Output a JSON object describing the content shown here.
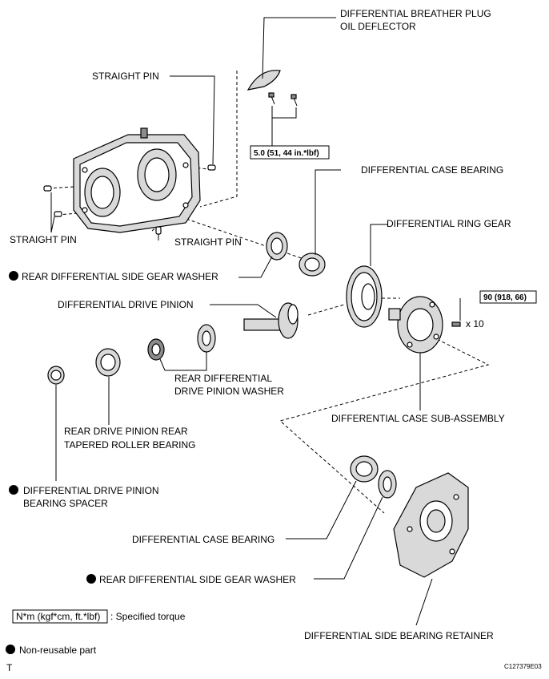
{
  "labels": {
    "breather_plug_l1": "DIFFERENTIAL BREATHER PLUG",
    "breather_plug_l2": "OIL DEFLECTOR",
    "straight_pin_top": "STRAIGHT PIN",
    "straight_pin_left": "STRAIGHT PIN",
    "straight_pin_bottom": "STRAIGHT PIN",
    "case_bearing_top": "DIFFERENTIAL CASE BEARING",
    "ring_gear": "DIFFERENTIAL RING GEAR",
    "side_gear_washer_top": "REAR DIFFERENTIAL SIDE GEAR WASHER",
    "drive_pinion": "DIFFERENTIAL DRIVE PINION",
    "pinion_washer_l1": "REAR DIFFERENTIAL",
    "pinion_washer_l2": "DRIVE PINION WASHER",
    "case_sub_assembly": "DIFFERENTIAL CASE SUB-ASSEMBLY",
    "rear_bearing_l1": "REAR DRIVE PINION REAR",
    "rear_bearing_l2": "TAPERED ROLLER BEARING",
    "spacer_l1": "DIFFERENTIAL DRIVE PINION",
    "spacer_l2": "BEARING SPACER",
    "case_bearing_bottom": "DIFFERENTIAL CASE BEARING",
    "side_gear_washer_bottom": "REAR DIFFERENTIAL SIDE GEAR WASHER",
    "side_bearing_retainer": "DIFFERENTIAL SIDE BEARING RETAINER"
  },
  "torque": {
    "deflector_bolts": "5.0 (51, 44 in.*lbf)",
    "case_bolts": "90 (918, 66)",
    "case_bolts_qty": "x 10"
  },
  "legend": {
    "torque_unit": "N*m (kgf*cm, ft.*lbf)",
    "torque_desc": ": Specified torque",
    "non_reusable": "Non-reusable part"
  },
  "footer": {
    "left_code": "T",
    "figure_id": "C127379E03"
  }
}
